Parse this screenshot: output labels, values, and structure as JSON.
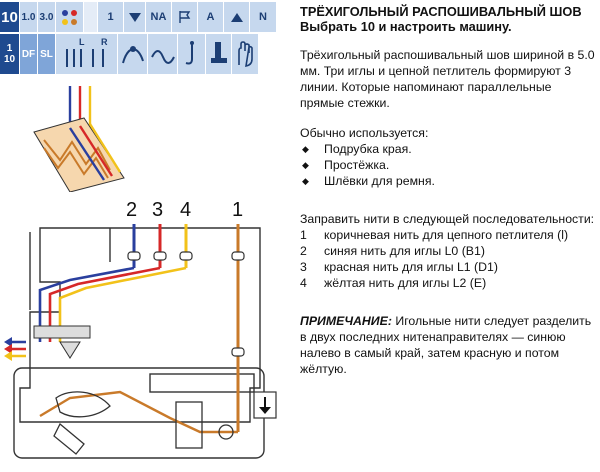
{
  "panel": {
    "settings_row": [
      "10",
      "1.0",
      "3.0",
      "",
      "1",
      "",
      "NA",
      "",
      "A",
      "",
      "N"
    ],
    "icon_row_left": "1\n10",
    "icon_row_labels": [
      "DF",
      "SL",
      "L",
      "R"
    ]
  },
  "machine_labels": {
    "n2": "2",
    "n3": "3",
    "n4": "4",
    "n1": "1"
  },
  "text": {
    "title": "ТРЁХИГОЛЬНЫЙ РАСПОШИВАЛЬНЫЙ ШОВ",
    "subtitle": "Выбрать 10 и настроить машину.",
    "description": "Трёхигольный распошивальный шов шириной в 5.0 мм. Три иглы и цепной петлитель формируют 3 линии. Которые напоминают параллельные прямые стежки.",
    "usage_label": "Обычно используется:",
    "usage_items": [
      "Подрубка края.",
      "Простёжка.",
      "Шлёвки для ремня."
    ],
    "thread_label": "Заправить нити в следующей последовательности:",
    "thread_items": [
      {
        "n": "1",
        "text": "коричневая нить для цепного петлителя (l)"
      },
      {
        "n": "2",
        "text": "синяя нить для иглы L0 (B1)"
      },
      {
        "n": "3",
        "text": "красная нить для иглы L1 (D1)"
      },
      {
        "n": "4",
        "text": "жёлтая нить для иглы L2 (E)"
      }
    ],
    "note_label": "ПРИМЕЧАНИЕ:",
    "note_text": " Игольные нити следует разделить в двух последних нитенаправителях — синюю налево в самый край, затем красную и потом жёлтую."
  },
  "colors": {
    "panel_light": "#c6d8ee",
    "panel_dark": "#1f4a8f",
    "thread_brown": "#c97a2a",
    "thread_blue": "#2a3f9e",
    "thread_red": "#d62828",
    "thread_yellow": "#f2c21a"
  }
}
